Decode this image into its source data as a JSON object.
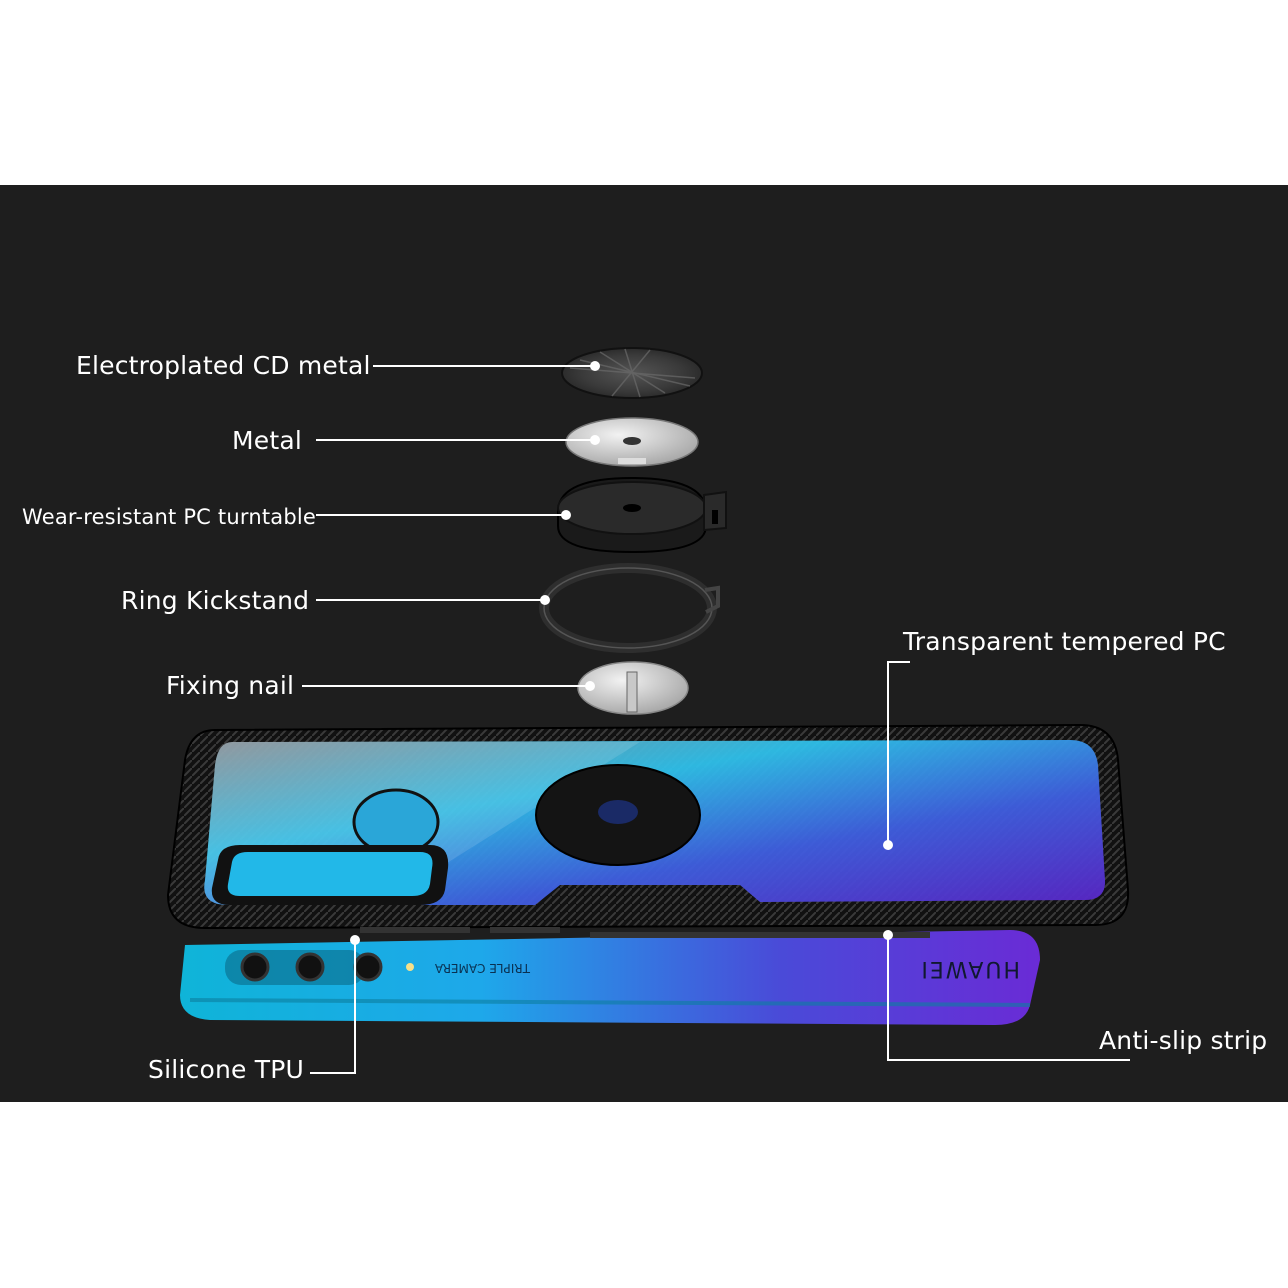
{
  "callouts": {
    "cd_metal": "Electroplated CD metal",
    "metal": "Metal",
    "turntable": "Wear-resistant PC turntable",
    "ring": "Ring Kickstand",
    "nail": "Fixing nail",
    "tempered_pc": "Transparent tempered PC",
    "tpu": "Silicone TPU",
    "antislip": "Anti-slip strip"
  },
  "phone": {
    "brand": "HUAWEI",
    "camera_text": "TRIPLE CAMERA"
  },
  "colors": {
    "background": "#1e1e1e",
    "label": "#ffffff",
    "phone_cyan": "#18b8e6",
    "phone_purple": "#6a2bd6"
  }
}
